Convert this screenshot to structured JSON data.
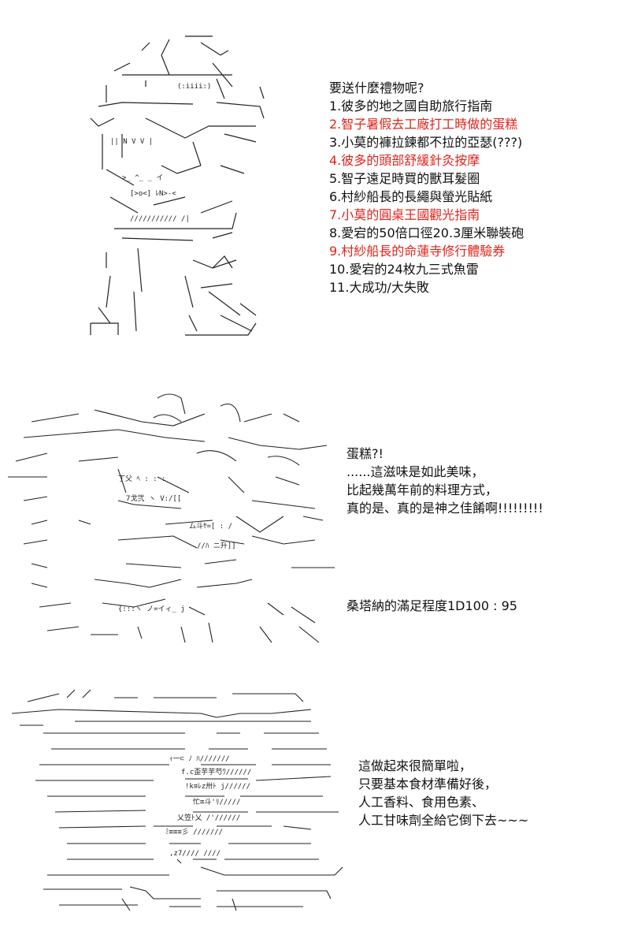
{
  "panel1": {
    "title": "要送什麼禮物呢?",
    "items": [
      {
        "text": "1.彼多的地之國自助旅行指南",
        "color": "#111111"
      },
      {
        "text": "2.智子暑假去工廠打工時做的蛋糕",
        "color": "#e0241b"
      },
      {
        "text": "3.小莫的褲拉鍊都不拉的亞瑟(???)",
        "color": "#111111"
      },
      {
        "text": "4.彼多的頭部舒緩針灸按摩",
        "color": "#e0241b"
      },
      {
        "text": "5.智子遠足時買的獸耳髮圈",
        "color": "#111111"
      },
      {
        "text": "6.村紗船長的長繩與螢光貼紙",
        "color": "#111111"
      },
      {
        "text": "7.小莫的圓桌王國觀光指南",
        "color": "#e0241b"
      },
      {
        "text": "8.愛宕的50倍口徑20.3厘米聯裝砲",
        "color": "#111111"
      },
      {
        "text": "9.村紗船長的命蓮寺修行體驗券",
        "color": "#e0241b"
      },
      {
        "text": "10.愛宕的24枚九三式魚雷",
        "color": "#111111"
      },
      {
        "text": "11.大成功/大失敗",
        "color": "#111111"
      }
    ]
  },
  "panel2": {
    "lines": [
      "蛋糕?!",
      "......這滋味是如此美味，",
      "比起幾萬年前的料理方式，",
      "真的是、真的是神之佳餚啊!!!!!!!!!"
    ],
    "roll": "桑塔納的滿足程度1D100 :  95"
  },
  "panel3": {
    "lines": [
      "這做起來很簡單啦，",
      "只要基本食材準備好後，",
      "人工香料、食用色素、",
      "人工甘味劑全給它倒下去~~~"
    ]
  }
}
